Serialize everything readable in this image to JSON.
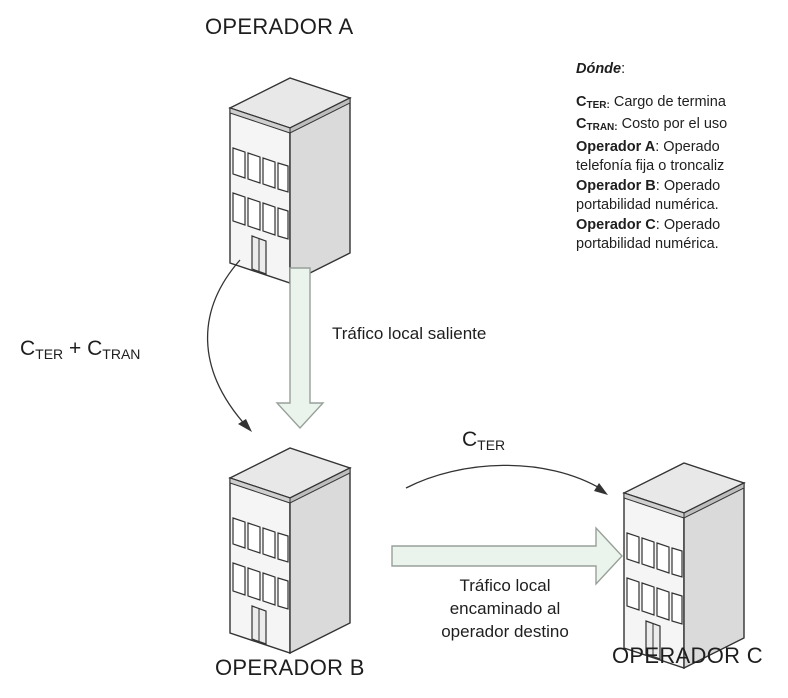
{
  "operators": {
    "a": "OPERADOR A",
    "b": "OPERADOR B",
    "c": "OPERADOR C"
  },
  "charges": {
    "left_main": "C",
    "left_sub1": "TER",
    "plus": " + C",
    "left_sub2": "TRAN",
    "right_main": "C",
    "right_sub": "TER"
  },
  "captions": {
    "outgoing": "Tráfico local saliente",
    "routed_l1": "Tráfico local",
    "routed_l2": "encaminado al",
    "routed_l3": "operador destino"
  },
  "legend": {
    "title": "Dónde",
    "title_colon": ":",
    "ter_c": "C",
    "ter_sub": "TER:",
    "ter_text": " Cargo de termina",
    "tran_c": "C",
    "tran_sub": "TRAN:",
    "tran_text": " Costo por el uso",
    "opa_name": "Operador A",
    "opa_text": ": Operado",
    "opa_text2": "telefonía fija o troncaliz",
    "opb_name": "Operador B",
    "opb_text": ": Operado",
    "opb_text2": "portabilidad numérica.",
    "opc_name": "Operador C",
    "opc_text": ": Operado",
    "opc_text2": "portabilidad numérica."
  },
  "colors": {
    "arrow_fill": "#eaf3ec",
    "arrow_stroke": "#9aa39c",
    "building_front": "#f4f4f4",
    "building_side": "#d9d9d9",
    "building_top": "#e9e9e9",
    "outline": "#333333"
  }
}
